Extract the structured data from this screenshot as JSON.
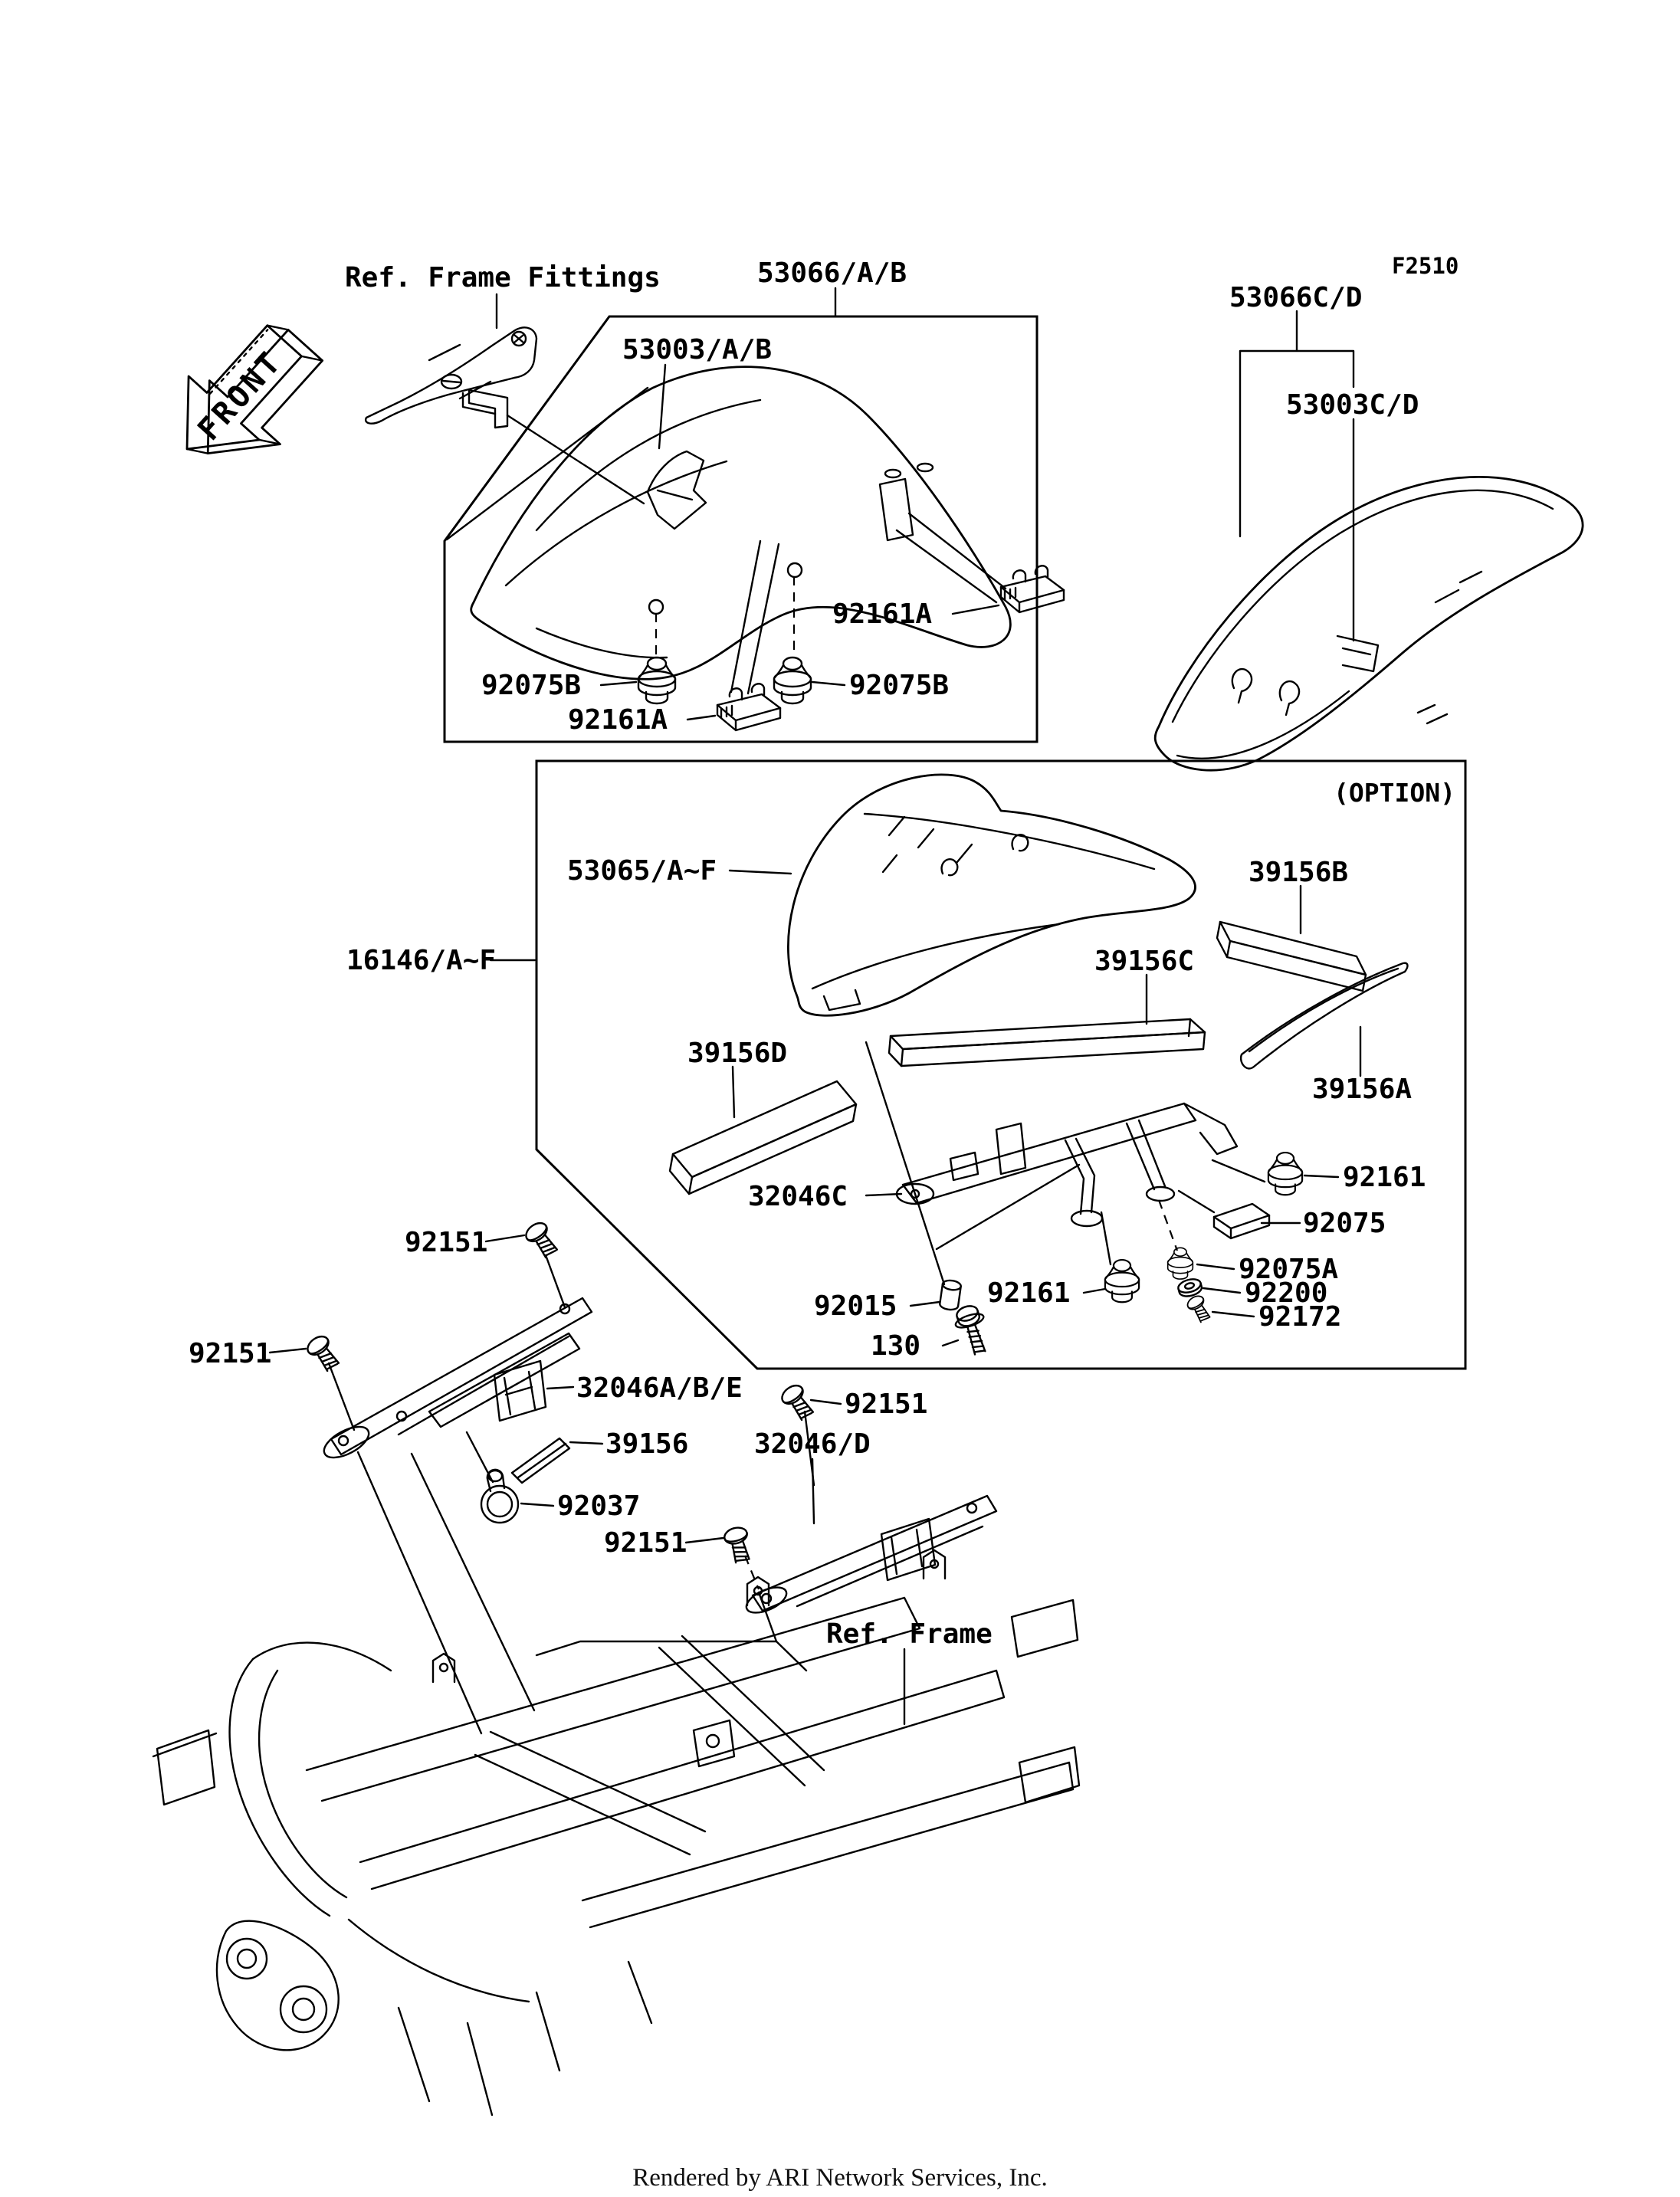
{
  "page": {
    "figure_code": "F2510",
    "footer": "Rendered by ARI Network Services, Inc."
  },
  "diagram": {
    "front_arrow": "FRONT",
    "option_tag": "(OPTION)",
    "ref_labels": {
      "frame_fittings": "Ref. Frame Fittings",
      "frame": "Ref. Frame"
    },
    "part_labels": {
      "p53066ab": "53066/A/B",
      "p53066cd": "53066C/D",
      "p53003ab": "53003/A/B",
      "p53003cd": "53003C/D",
      "p92161a_r": "92161A",
      "p92075b_l": "92075B",
      "p92075b_r": "92075B",
      "p92161a_b": "92161A",
      "p53065af": "53065/A~F",
      "p16146af": "16146/A~F",
      "p39156b": "39156B",
      "p39156c": "39156C",
      "p39156d": "39156D",
      "p39156a": "39156A",
      "p32046c": "32046C",
      "p92161_r": "92161",
      "p92075": "92075",
      "p92151_1": "92151",
      "p92075a": "92075A",
      "p92200": "92200",
      "p92172": "92172",
      "p92015": "92015",
      "p92161_m": "92161",
      "p130": "130",
      "p92151_2": "92151",
      "p32046abe": "32046A/B/E",
      "p92151_3": "92151",
      "p39156": "39156",
      "p32046d": "32046/D",
      "p92037": "92037",
      "p92151_4": "92151"
    }
  }
}
